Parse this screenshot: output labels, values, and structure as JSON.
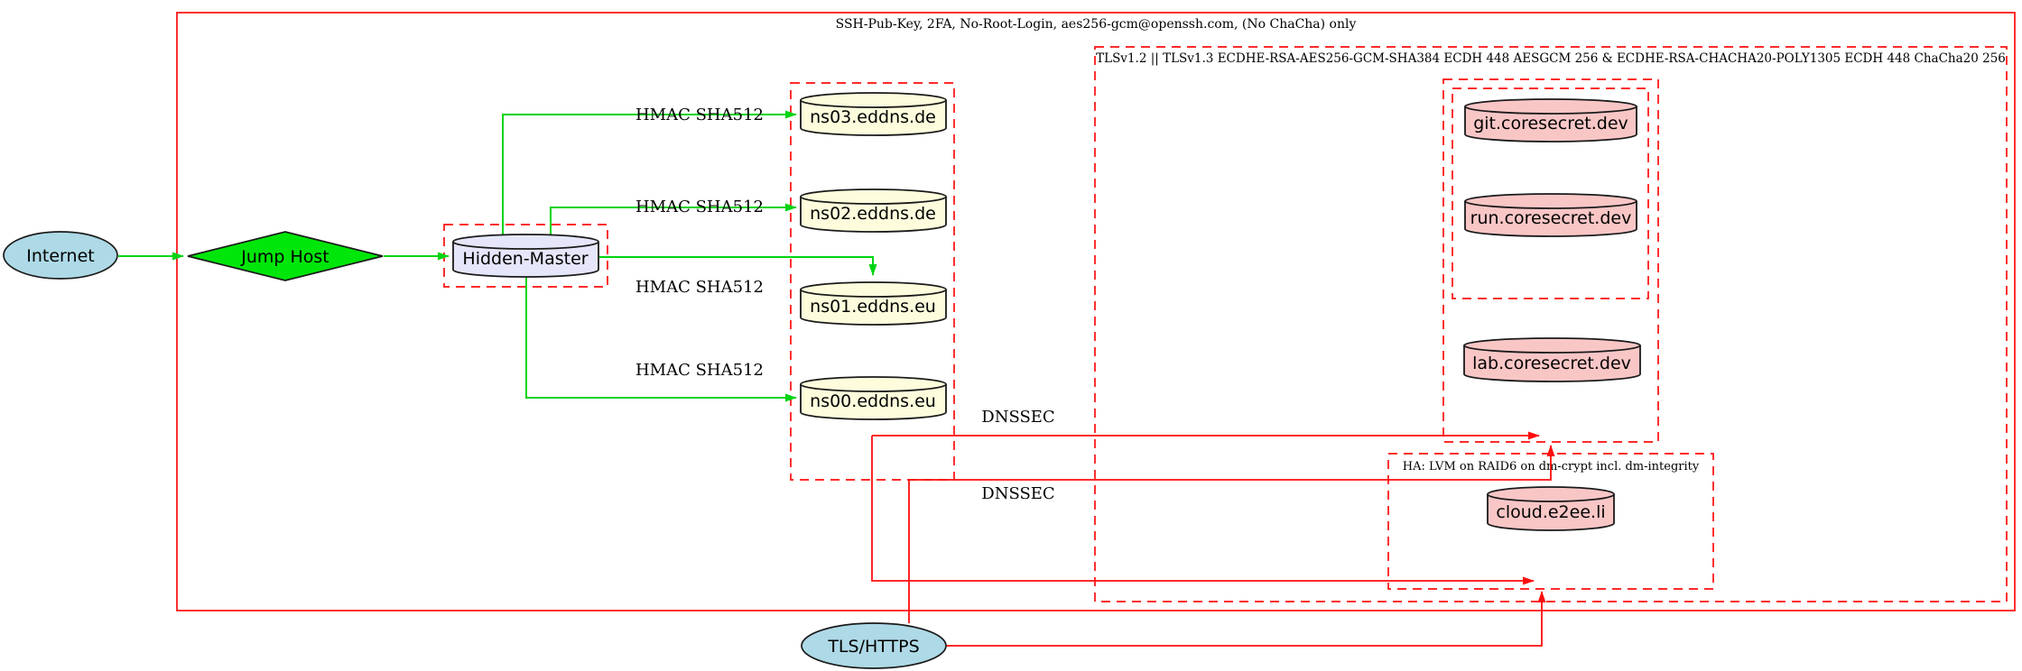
{
  "diagram": {
    "type": "graphviz-network-security-diagram",
    "clusters": {
      "ssh": {
        "label": "SSH-Pub-Key, 2FA, No-Root-Login, aes256-gcm@openssh.com, (No ChaCha) only",
        "border_style": "solid",
        "border_color": "#ff0d0d"
      },
      "tls": {
        "label": "TLSv1.2 || TLSv1.3 ECDHE-RSA-AES256-GCM-SHA384 ECDH 448 AESGCM 256 & ECDHE-RSA-CHACHA20-POLY1305 ECDH 448 ChaCha20 256",
        "border_style": "dashed",
        "border_color": "#ff0d0d"
      },
      "eddns": {
        "label": "",
        "border_style": "dashed",
        "border_color": "#ff0d0d"
      },
      "hidden_master_box": {
        "label": "",
        "border_style": "dashed",
        "border_color": "#ff0d0d"
      },
      "coresecret_outer": {
        "label": "",
        "border_style": "dashed",
        "border_color": "#ff0d0d"
      },
      "coresecret_inner": {
        "label": "",
        "border_style": "dashed",
        "border_color": "#ff0d0d"
      },
      "ha": {
        "label": "HA: LVM on RAID6 on dm-crypt incl. dm-integrity",
        "border_style": "dashed",
        "border_color": "#ff0d0d"
      }
    },
    "nodes": {
      "internet": {
        "label": "Internet",
        "shape": "ellipse",
        "fill": "#aed9e6"
      },
      "jump_host": {
        "label": "Jump Host",
        "shape": "diamond",
        "fill": "#00e60a"
      },
      "hidden_master": {
        "label": "Hidden-Master",
        "shape": "cylinder",
        "fill": "#e6e6fa"
      },
      "ns03": {
        "label": "ns03.eddns.de",
        "shape": "cylinder",
        "fill": "#fdfddd"
      },
      "ns02": {
        "label": "ns02.eddns.de",
        "shape": "cylinder",
        "fill": "#fdfddd"
      },
      "ns01": {
        "label": "ns01.eddns.eu",
        "shape": "cylinder",
        "fill": "#fdfddd"
      },
      "ns00": {
        "label": "ns00.eddns.eu",
        "shape": "cylinder",
        "fill": "#fdfddd"
      },
      "git": {
        "label": "git.coresecret.dev",
        "shape": "cylinder",
        "fill": "#f9c6c6"
      },
      "run": {
        "label": "run.coresecret.dev",
        "shape": "cylinder",
        "fill": "#f9c6c6"
      },
      "lab": {
        "label": "lab.coresecret.dev",
        "shape": "cylinder",
        "fill": "#f9c6c6"
      },
      "cloud": {
        "label": "cloud.e2ee.li",
        "shape": "cylinder",
        "fill": "#f9c6c6"
      },
      "tls_https": {
        "label": "TLS/HTTPS",
        "shape": "ellipse",
        "fill": "#aed9e6"
      }
    },
    "edge_labels": {
      "hmac_ns03": "HMAC SHA512",
      "hmac_ns02": "HMAC SHA512",
      "hmac_ns01": "HMAC SHA512",
      "hmac_ns00": "HMAC SHA512",
      "dnssec_1": "DNSSEC",
      "dnssec_2": "DNSSEC"
    },
    "edges": [
      {
        "from": "internet",
        "to": "jump_host",
        "color": "#00d414"
      },
      {
        "from": "jump_host",
        "to": "hidden_master",
        "color": "#00d414"
      },
      {
        "from": "hidden_master",
        "to": "ns03",
        "label": "HMAC SHA512",
        "color": "#00d414"
      },
      {
        "from": "hidden_master",
        "to": "ns02",
        "label": "HMAC SHA512",
        "color": "#00d414"
      },
      {
        "from": "hidden_master",
        "to": "ns01",
        "label": "HMAC SHA512",
        "color": "#00d414"
      },
      {
        "from": "hidden_master",
        "to": "ns00",
        "label": "HMAC SHA512",
        "color": "#00d414"
      },
      {
        "from": "ns00",
        "to": "coresecret_outer",
        "label": "DNSSEC",
        "color": "#ff0d0d"
      },
      {
        "from": "ns00",
        "to": "ha",
        "label": "DNSSEC",
        "color": "#ff0d0d"
      },
      {
        "from": "tls_https",
        "to": "coresecret_outer",
        "color": "#ff0d0d"
      },
      {
        "from": "tls_https",
        "to": "ha",
        "color": "#ff0d0d"
      }
    ],
    "colors": {
      "cluster_red": "#ff0d0d",
      "edge_green": "#00d414",
      "node_lightblue": "#aed9e6",
      "node_lightyellow": "#fdfddd",
      "node_lavender": "#e6e6fa",
      "node_pink": "#f9c6c6",
      "node_green": "#00e60a",
      "stroke_black": "#1a1a1a",
      "background": "#ffffff"
    }
  }
}
